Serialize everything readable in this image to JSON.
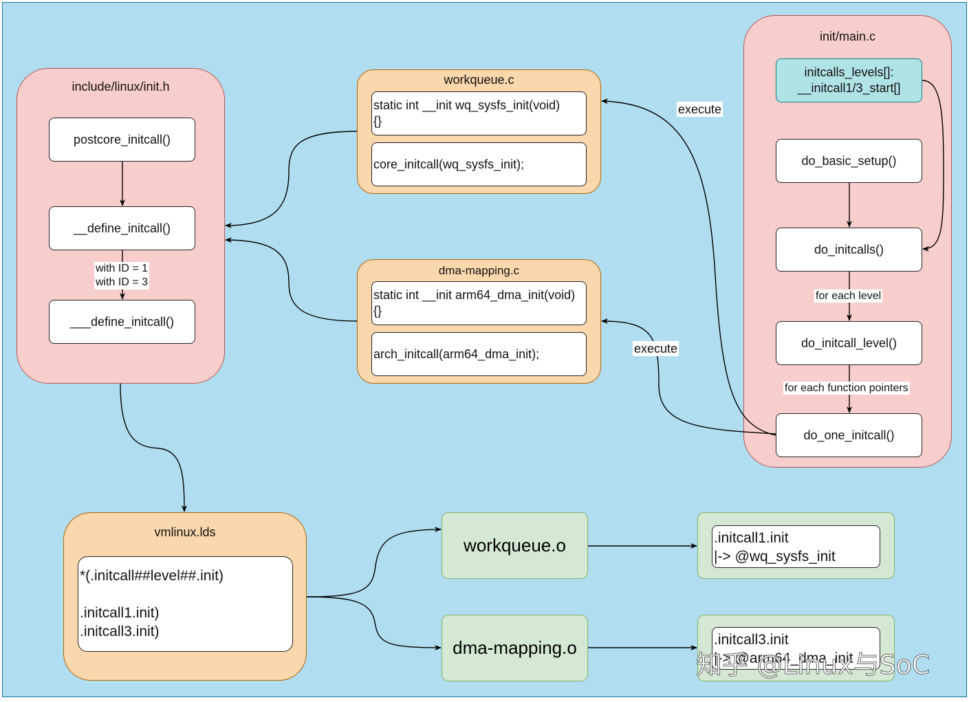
{
  "groups": {
    "init_h": {
      "title": "include/linux/init.h"
    },
    "workqueue_c": {
      "title": "workqueue.c"
    },
    "dma_mapping_c": {
      "title": "dma-mapping.c"
    },
    "main_c": {
      "title": "init/main.c"
    },
    "vmlinux": {
      "title": "vmlinux.lds"
    }
  },
  "nodes": {
    "postcore": "postcore_initcall()",
    "define1": "__define_initcall()",
    "define2": "___define_initcall()",
    "wq_func": "static int __init wq_sysfs_init(void)\n{}",
    "wq_core": "core_initcall(wq_sysfs_init);",
    "dma_func": "static int __init arm64_dma_init(void)\n{}",
    "dma_arch": "arch_initcall(arm64_dma_init);",
    "levels": "initcalls_levels[]:\n__initcall1/3_start[]",
    "basic_setup": "do_basic_setup()",
    "initcalls": "do_initcalls()",
    "initcall_level": "do_initcall_level()",
    "one_initcall": "do_one_initcall()",
    "lds_body": "*(.initcall##level##.init)\n\n.initcall1.init)\n.initcall3.init)",
    "wq_obj": "workqueue.o",
    "dma_obj": "dma-mapping.o",
    "sec1": ".initcall1.init\n|-> @wq_sysfs_init",
    "sec3": ".initcall3.init\n|-> @arm64_dma_init"
  },
  "edge_labels": {
    "with_id": "with ID = 1\nwith ID = 3",
    "for_each_level": "for each level",
    "for_each_fp": "for each function pointers",
    "execute_top": "execute",
    "execute_mid": "execute"
  },
  "watermark": "知乎 @Linux与SoC",
  "colors": {
    "background": "#b1ddf0",
    "pink_fill": "#f8cecc",
    "orange_fill": "#fad7ac",
    "green_fill": "#d5e8d4",
    "teal_fill": "#b0e3e6"
  }
}
